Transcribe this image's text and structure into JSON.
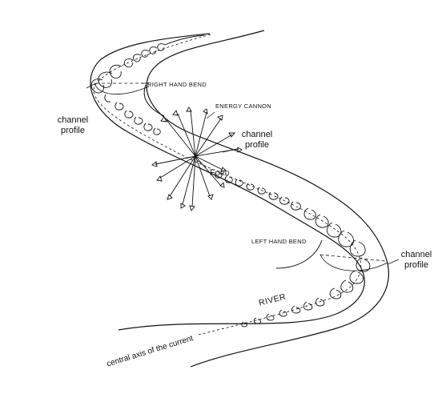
{
  "labels": {
    "right_hand_bend": "RIGHT HAND BEND",
    "energy_cannon": "ENERGY CANNON",
    "channel_profile_left": "channel profile",
    "channel_profile_center": "channel profile",
    "channel_profile_right": "channel profile",
    "ford_initial": "F",
    "ford_rest": "ORD",
    "left_hand_bend": "LEFT HAND BEND",
    "river": "RIVER",
    "central_axis": "central axis of the current"
  },
  "colors": {
    "ink": "#111111",
    "background": "#ffffff"
  }
}
